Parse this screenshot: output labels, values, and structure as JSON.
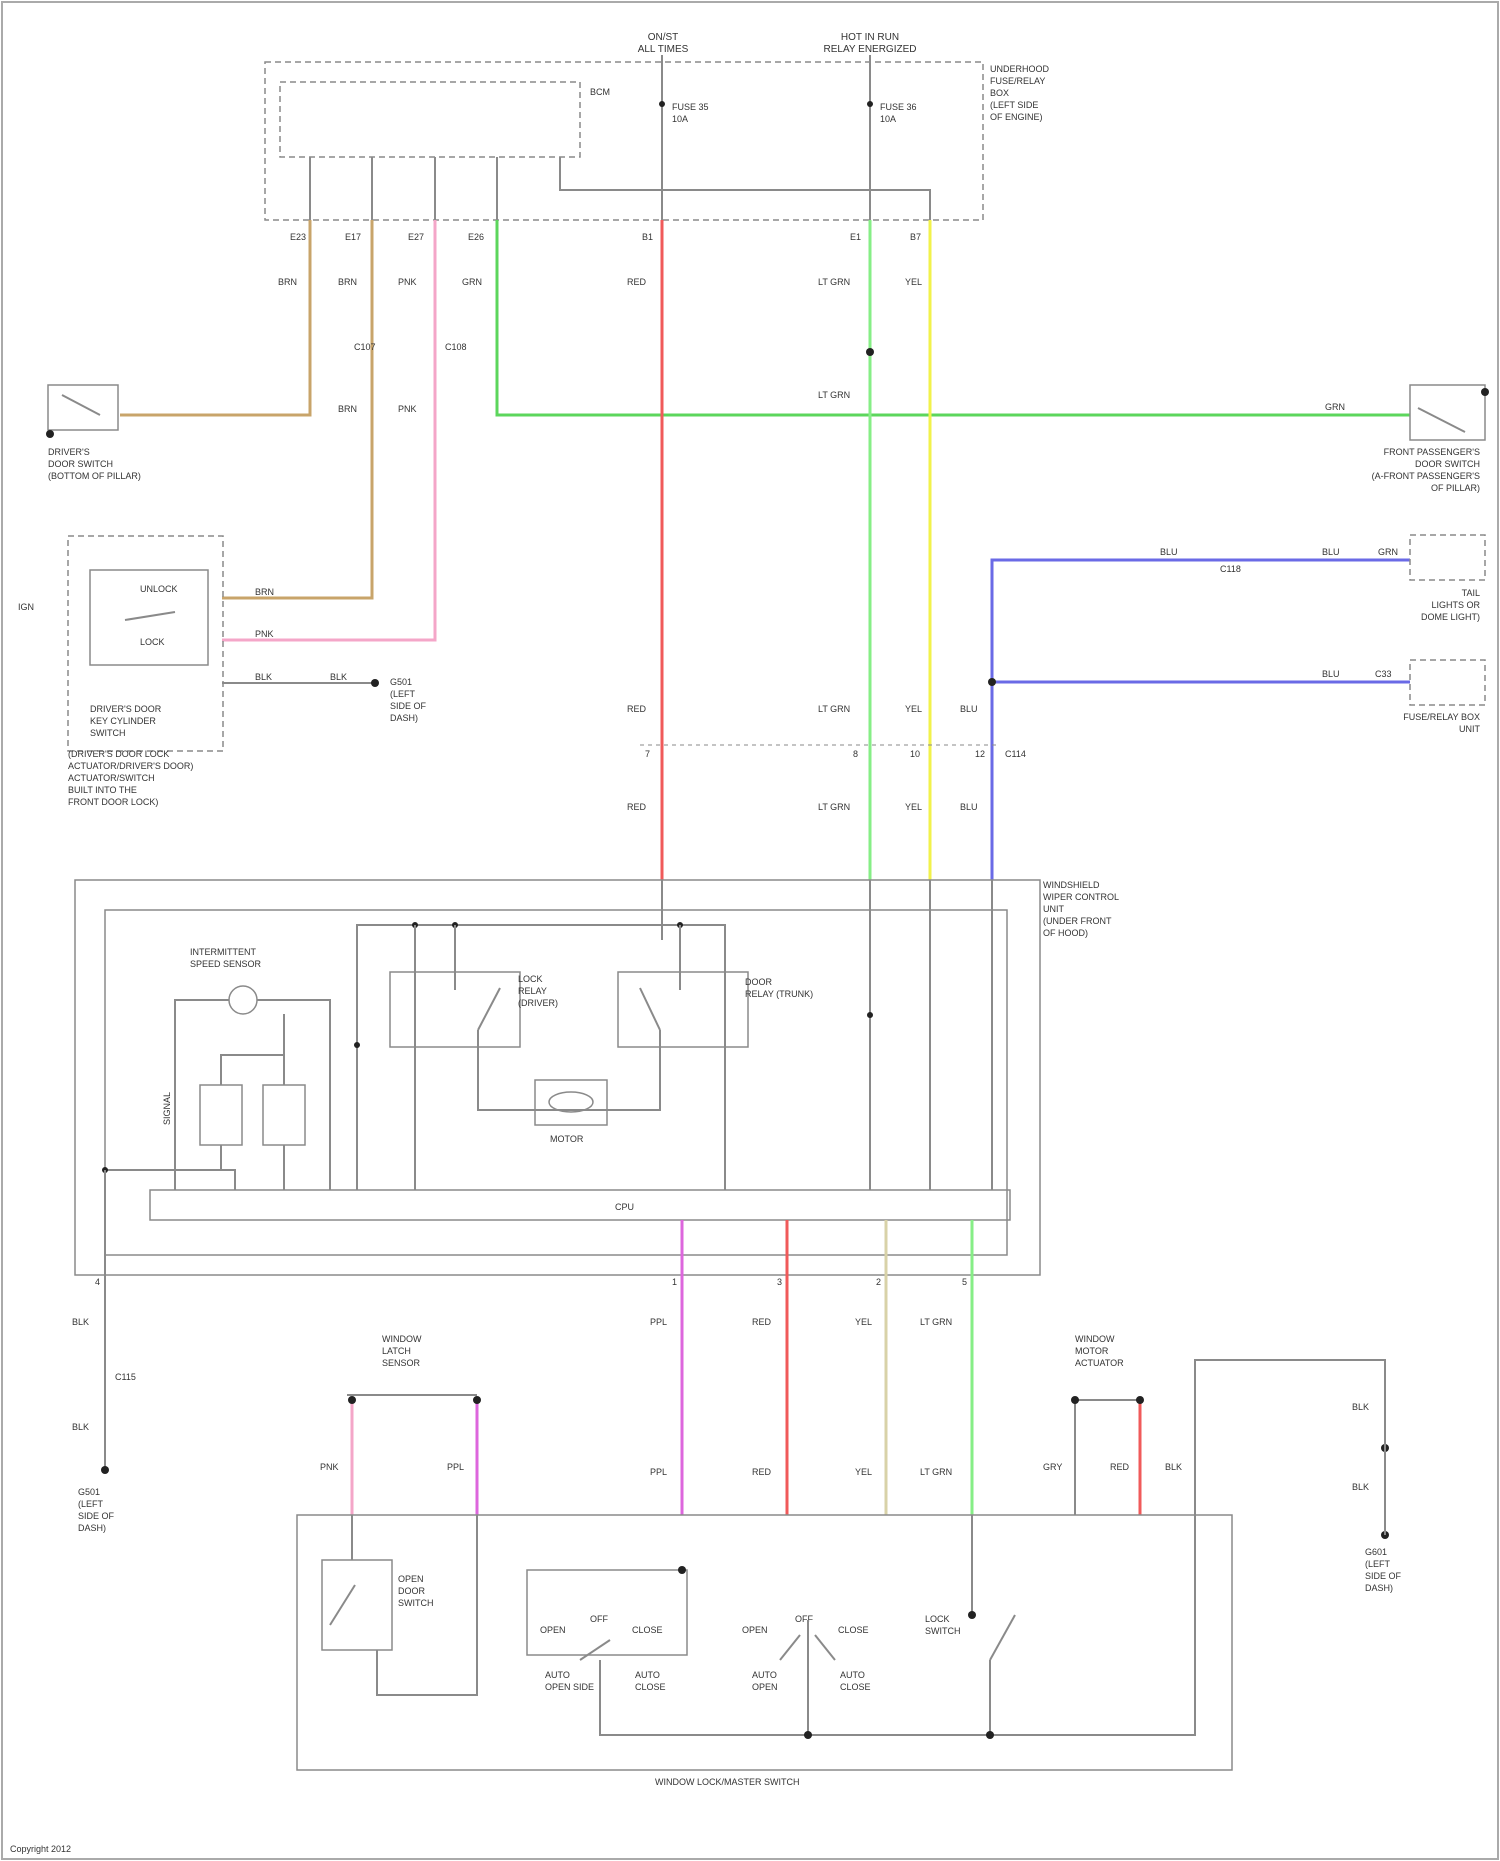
{
  "power_sources": {
    "left": [
      "ON/ST",
      "ALL TIMES"
    ],
    "right": [
      "HOT IN RUN",
      "RELAY ENERGIZED"
    ]
  },
  "fuses": {
    "fuse_a": [
      "FUSE 35",
      "10A"
    ],
    "fuse_b": [
      "FUSE 36",
      "10A"
    ]
  },
  "underhood_box": [
    "UNDERHOOD",
    "FUSE/RELAY",
    "BOX",
    "(LEFT SIDE",
    "OF ENGINE)"
  ],
  "bcm_label": "BCM",
  "top_pins": [
    "E23",
    "E17",
    "E27",
    "E26",
    "B1",
    "E1",
    "B7"
  ],
  "top_wire_colors": [
    "BRN",
    "BRN",
    "PNK",
    "GRN",
    "RED",
    "LT GRN",
    "YEL"
  ],
  "upper_splice": [
    "C107",
    "C108"
  ],
  "upper_colors_lower": [
    "BRN",
    "PNK"
  ],
  "green_wire_label": "GRN",
  "lt_grn_label": "LT GRN",
  "left_switch": [
    "DRIVER'S",
    "DOOR SWITCH",
    "(BOTTOM OF PILLAR)"
  ],
  "right_switch": [
    "FRONT PASSENGER'S",
    "DOOR SWITCH",
    "(A-FRONT PASSENGER'S",
    "OF PILLAR)"
  ],
  "tailgate_module": {
    "label_left": "IGN",
    "inner": [
      "UNLOCK",
      "LOCK"
    ],
    "wires": [
      "BRN",
      "PNK",
      "BLK",
      "BLK"
    ],
    "title": [
      "DRIVER'S DOOR",
      "KEY CYLINDER",
      "SWITCH"
    ],
    "caption": [
      "(DRIVER'S DOOR LOCK",
      "ACTUATOR/DRIVER'S DOOR)",
      "ACTUATOR/SWITCH",
      "BUILT INTO THE",
      "FRONT DOOR LOCK)"
    ]
  },
  "ground_top": [
    "G501",
    "(LEFT",
    "SIDE OF",
    "DASH)"
  ],
  "blue_upper": {
    "wire_labels": [
      "BLU",
      "BLU",
      "GRN"
    ],
    "connector": "C118",
    "target": [
      "TAIL",
      "LIGHTS OR",
      "DOME LIGHT)"
    ]
  },
  "blue_lower": {
    "wire_labels": [
      "BLU",
      "C33"
    ],
    "target": [
      "FUSE/RELAY BOX",
      "UNIT"
    ]
  },
  "mid_connector_row": {
    "colors_upper": [
      "RED",
      "LT GRN",
      "YEL",
      "BLU"
    ],
    "pins": [
      "7",
      "8",
      "10",
      "12"
    ],
    "connector": "C114",
    "colors_lower": [
      "RED",
      "LT GRN",
      "YEL",
      "BLU"
    ]
  },
  "wiper_unit": {
    "title": [
      "WINDSHIELD",
      "WIPER CONTROL",
      "UNIT",
      "(UNDER FRONT",
      "OF HOOD)"
    ],
    "sensor": [
      "INTERMITTENT",
      "SPEED SENSOR"
    ],
    "relay_left": [
      "LOCK",
      "RELAY",
      "(DRIVER)"
    ],
    "relay_right": [
      "DOOR",
      "RELAY (TRUNK)"
    ],
    "motor": "MOTOR",
    "bus_label": "CPU",
    "sensor_side_label": "SIGNAL"
  },
  "lower_pins": [
    "4",
    "1",
    "3",
    "2",
    "5"
  ],
  "lower_colors_upper": [
    "BLK",
    "PPL",
    "RED",
    "YEL",
    "LT GRN"
  ],
  "lower_connector": "C115",
  "lower_colors_lower": [
    "BLK",
    "PPL",
    "RED",
    "YEL",
    "LT GRN"
  ],
  "ground_bottom_left": [
    "G501",
    "(LEFT",
    "SIDE OF",
    "DASH)"
  ],
  "latch_sensor": [
    "WINDOW",
    "LATCH",
    "SENSOR"
  ],
  "latch_colors": [
    "PNK",
    "PPL"
  ],
  "window_motor": [
    "WINDOW",
    "MOTOR",
    "ACTUATOR"
  ],
  "window_colors": [
    "GRY",
    "RED",
    "BLK"
  ],
  "right_ground_colors": [
    "BLK",
    "BLK"
  ],
  "ground_bottom_right": [
    "G601",
    "(LEFT",
    "SIDE OF",
    "DASH)"
  ],
  "master_switch": {
    "inner_switch": [
      "OPEN",
      "DOOR",
      "SWITCH"
    ],
    "selector_1": [
      "OPEN",
      "OFF",
      "CLOSE"
    ],
    "selector_1_caption": [
      "AUTO",
      "OPEN SIDE"
    ],
    "selector_1_caption_b": [
      "AUTO",
      "CLOSE"
    ],
    "selector_2": [
      "OPEN",
      "OFF",
      "CLOSE"
    ],
    "selector_2_caption": [
      "AUTO",
      "OPEN"
    ],
    "selector_2_caption_b": [
      "AUTO",
      "CLOSE"
    ],
    "lock_switch": [
      "LOCK",
      "SWITCH"
    ],
    "title": "WINDOW LOCK/MASTER SWITCH"
  },
  "footer": "Copyright 2012",
  "colors": {
    "red": "#f05a5a",
    "lt_green": "#86ee86",
    "green": "#5cd65c",
    "yellow": "#f2f24a",
    "blue": "#6a6ae6",
    "pink": "#f4a6c8",
    "brown": "#c8a46a",
    "purple": "#dd66dd",
    "gray": "#8a8a8a"
  }
}
